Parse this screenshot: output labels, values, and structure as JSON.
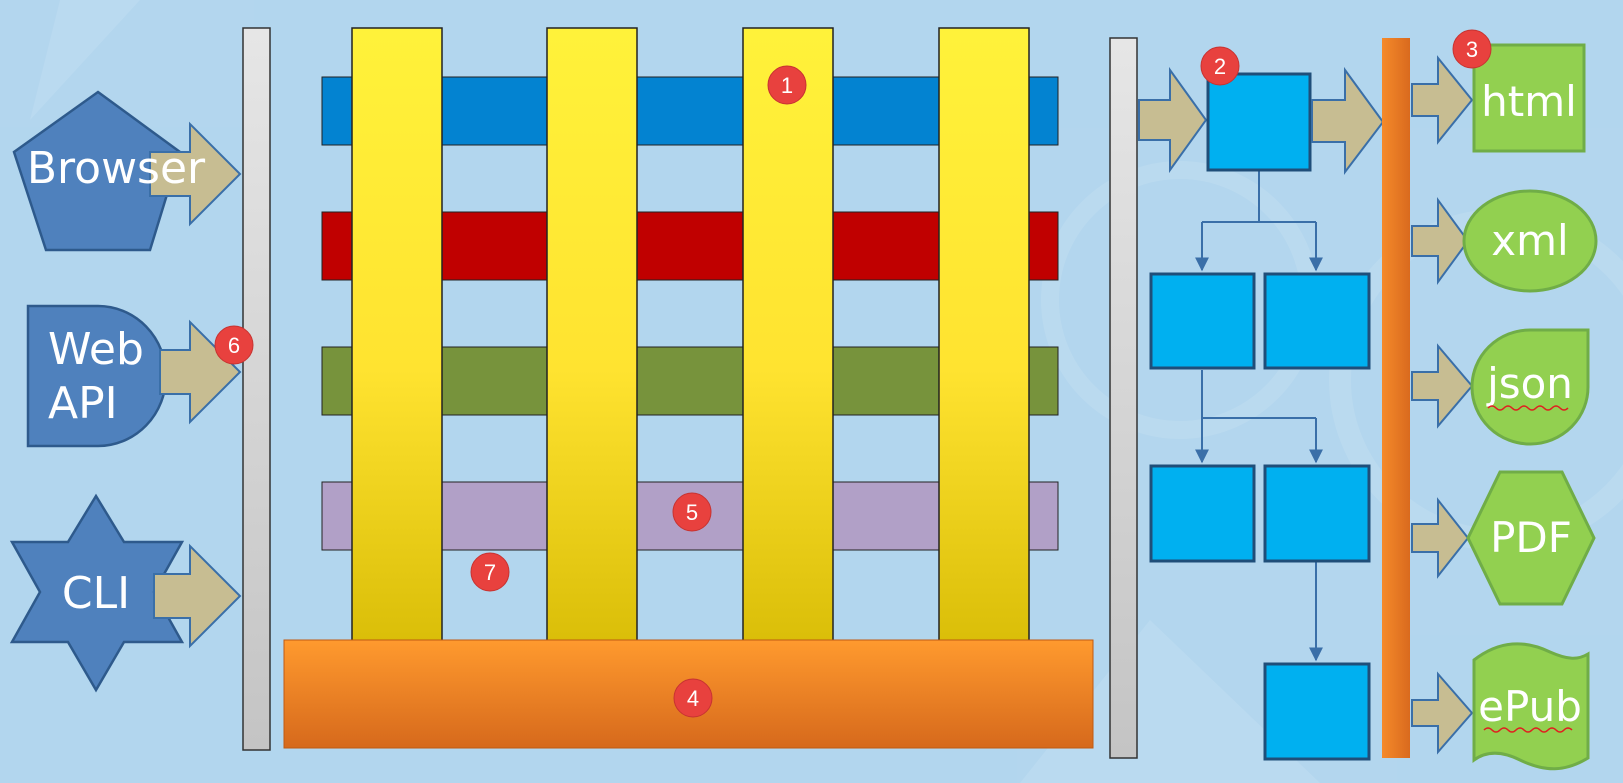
{
  "diagram": {
    "colors": {
      "background": "#b3d6ee",
      "input_shape": "#4f81bd",
      "input_shape_stroke": "#2e5a8c",
      "arrow": "#c7bd92",
      "arrow_stroke": "#3a6fa8",
      "gate_bar": "#d6d6d6",
      "yellow_top": "#fff23a",
      "yellow_bottom": "#d9bd07",
      "layer_blue": "#0383d1",
      "layer_red": "#c00000",
      "layer_green": "#77933c",
      "layer_purple": "#b1a0c7",
      "base_top": "#ff9a2e",
      "base_bottom": "#d6691c",
      "tree_node": "#00b0f0",
      "tree_node_stroke": "#1f4e79",
      "output_shape": "#92d050",
      "output_shape_stroke": "#70ad47",
      "badge": "#e8413e"
    },
    "inputs": [
      {
        "id": "browser",
        "label": "Browser",
        "icon": "pentagon-shape"
      },
      {
        "id": "web-api",
        "label": "Web\nAPI",
        "icon": "delay-shape"
      },
      {
        "id": "cli",
        "label": "CLI",
        "icon": "hexagram-shape"
      }
    ],
    "layers": [
      "layer-blue",
      "layer-red",
      "layer-green",
      "layer-purple"
    ],
    "pillars": 4,
    "outputs": [
      {
        "id": "html",
        "label": "html",
        "icon": "rectangle-shape"
      },
      {
        "id": "xml",
        "label": "xml",
        "icon": "ellipse-shape"
      },
      {
        "id": "json",
        "label": "json",
        "icon": "teardrop-shape",
        "spell_underline": true
      },
      {
        "id": "pdf",
        "label": "PDF",
        "icon": "hexagon-shape"
      },
      {
        "id": "epub",
        "label": "ePub",
        "icon": "wave-shape",
        "spell_underline": true
      }
    ],
    "badges": [
      "1",
      "2",
      "3",
      "4",
      "5",
      "6",
      "7"
    ]
  }
}
